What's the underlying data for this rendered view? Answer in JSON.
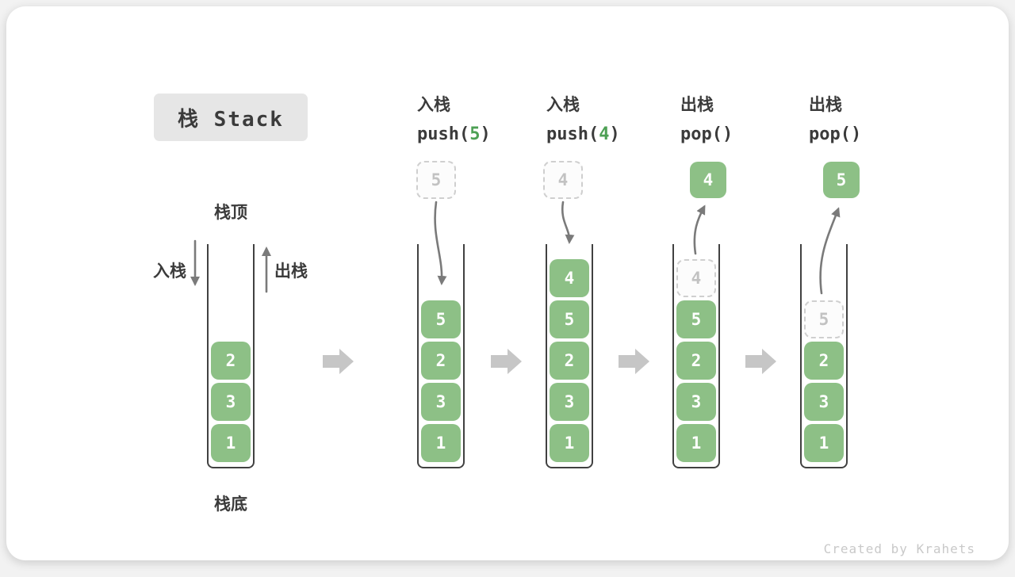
{
  "title": "栈 Stack",
  "watermark": "Created by Krahets",
  "annotations": {
    "stack_top": "栈顶",
    "stack_bottom": "栈底",
    "push": "入栈",
    "pop": "出栈"
  },
  "colors": {
    "box_green": "#8DC086",
    "arg_green": "#4DA054",
    "wall": "#414141",
    "text": "#3B3B3B",
    "flow_arrow": "#7A7A7A",
    "block_arrow": "#C6C6C6",
    "ghost_border": "#CFCFCF",
    "ghost_bg": "#FCFCFC",
    "ghost_text": "#C2C2C2",
    "title_bg": "#E6E6E6",
    "watermark_gray": "#C9C9C9"
  },
  "steps": [
    {
      "name": "initial",
      "items": [
        {
          "value": "2"
        },
        {
          "value": "3"
        },
        {
          "value": "1"
        }
      ]
    },
    {
      "name": "push-5",
      "op": {
        "action": "入栈",
        "call_pre": "push(",
        "arg": "5",
        "call_post": ")"
      },
      "floating": {
        "value": "5",
        "style": "dashed"
      },
      "items": [
        {
          "value": "5"
        },
        {
          "value": "2"
        },
        {
          "value": "3"
        },
        {
          "value": "1"
        }
      ]
    },
    {
      "name": "push-4",
      "op": {
        "action": "入栈",
        "call_pre": "push(",
        "arg": "4",
        "call_post": ")"
      },
      "floating": {
        "value": "4",
        "style": "dashed"
      },
      "items": [
        {
          "value": "4"
        },
        {
          "value": "5"
        },
        {
          "value": "2"
        },
        {
          "value": "3"
        },
        {
          "value": "1"
        }
      ]
    },
    {
      "name": "pop-4",
      "op": {
        "action": "出栈",
        "call_pre": "pop(",
        "arg": "",
        "call_post": ")"
      },
      "floating": {
        "value": "4",
        "style": "solid"
      },
      "items": [
        {
          "value": "4",
          "ghost": true
        },
        {
          "value": "5"
        },
        {
          "value": "2"
        },
        {
          "value": "3"
        },
        {
          "value": "1"
        }
      ]
    },
    {
      "name": "pop-5",
      "op": {
        "action": "出栈",
        "call_pre": "pop(",
        "arg": "",
        "call_post": ")"
      },
      "floating": {
        "value": "5",
        "style": "solid"
      },
      "items": [
        {
          "value": "5",
          "ghost": true
        },
        {
          "value": "2"
        },
        {
          "value": "3"
        },
        {
          "value": "1"
        }
      ]
    }
  ]
}
